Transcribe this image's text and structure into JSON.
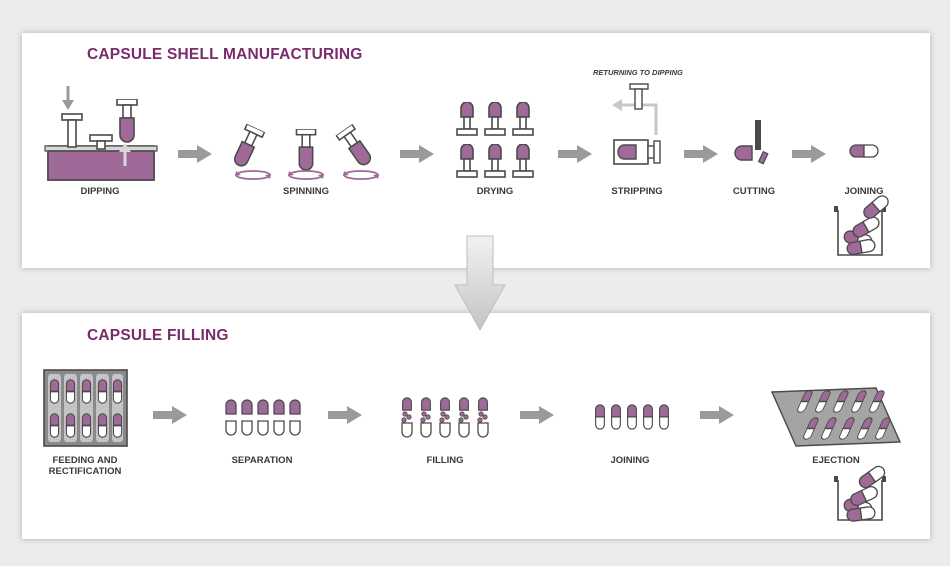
{
  "colors": {
    "purple": "#a06a98",
    "title_purple": "#7b2b6c",
    "dark": "#4a4a4a",
    "gray": "#9a9a9a",
    "light_gray": "#d6d6d6",
    "background": "#ececec"
  },
  "shell": {
    "title": "CAPSULE SHELL MANUFACTURING",
    "note": "RETURNING TO DIPPING",
    "steps": [
      "DIPPING",
      "SPINNING",
      "DRYING",
      "STRIPPING",
      "CUTTING",
      "JOINING"
    ]
  },
  "filling": {
    "title": "CAPSULE FILLING",
    "steps": [
      "FEEDING AND RECTIFICATION",
      "SEPARATION",
      "FILLING",
      "JOINING",
      "EJECTION"
    ]
  }
}
